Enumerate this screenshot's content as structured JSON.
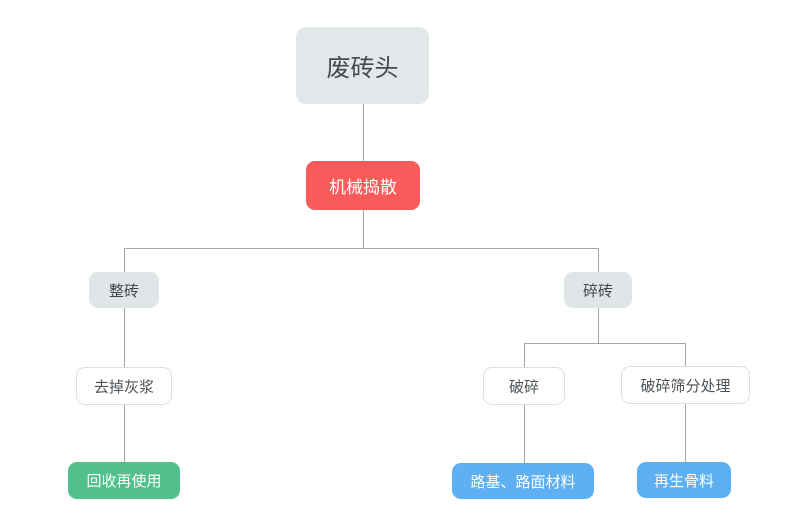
{
  "flowchart": {
    "nodes": {
      "root": {
        "label": "废砖头",
        "role": "source"
      },
      "process": {
        "label": "机械捣散",
        "role": "process",
        "color": "#f95b5b"
      },
      "whole_brick": {
        "label": "整砖",
        "role": "branch"
      },
      "broken_brick": {
        "label": "碎砖",
        "role": "branch"
      },
      "remove_mortar": {
        "label": "去掉灰浆",
        "role": "step"
      },
      "crush": {
        "label": "破碎",
        "role": "step"
      },
      "crush_screen": {
        "label": "破碎筛分处理",
        "role": "step"
      },
      "reuse": {
        "label": "回收再使用",
        "role": "result",
        "color": "#52c08c"
      },
      "road_material": {
        "label": "路基、路面材料",
        "role": "result",
        "color": "#5fb0f3"
      },
      "recycled_aggregate": {
        "label": "再生骨料",
        "role": "result",
        "color": "#5fb0f3"
      }
    },
    "edges": [
      {
        "from": "root",
        "to": "process"
      },
      {
        "from": "process",
        "to": "whole_brick"
      },
      {
        "from": "process",
        "to": "broken_brick"
      },
      {
        "from": "whole_brick",
        "to": "remove_mortar"
      },
      {
        "from": "remove_mortar",
        "to": "reuse"
      },
      {
        "from": "broken_brick",
        "to": "crush"
      },
      {
        "from": "broken_brick",
        "to": "crush_screen"
      },
      {
        "from": "crush",
        "to": "road_material"
      },
      {
        "from": "crush_screen",
        "to": "recycled_aggregate"
      }
    ],
    "colors": {
      "root_node_bg": "#e2e7e9",
      "branch_node_bg": "#e0e5e8",
      "danger_bg": "#f95b5b",
      "success_bg": "#52c08c",
      "info_bg": "#5fb0f3",
      "plain_node_border": "#dcdfe2",
      "connector_line": "#a6a6a6"
    }
  }
}
